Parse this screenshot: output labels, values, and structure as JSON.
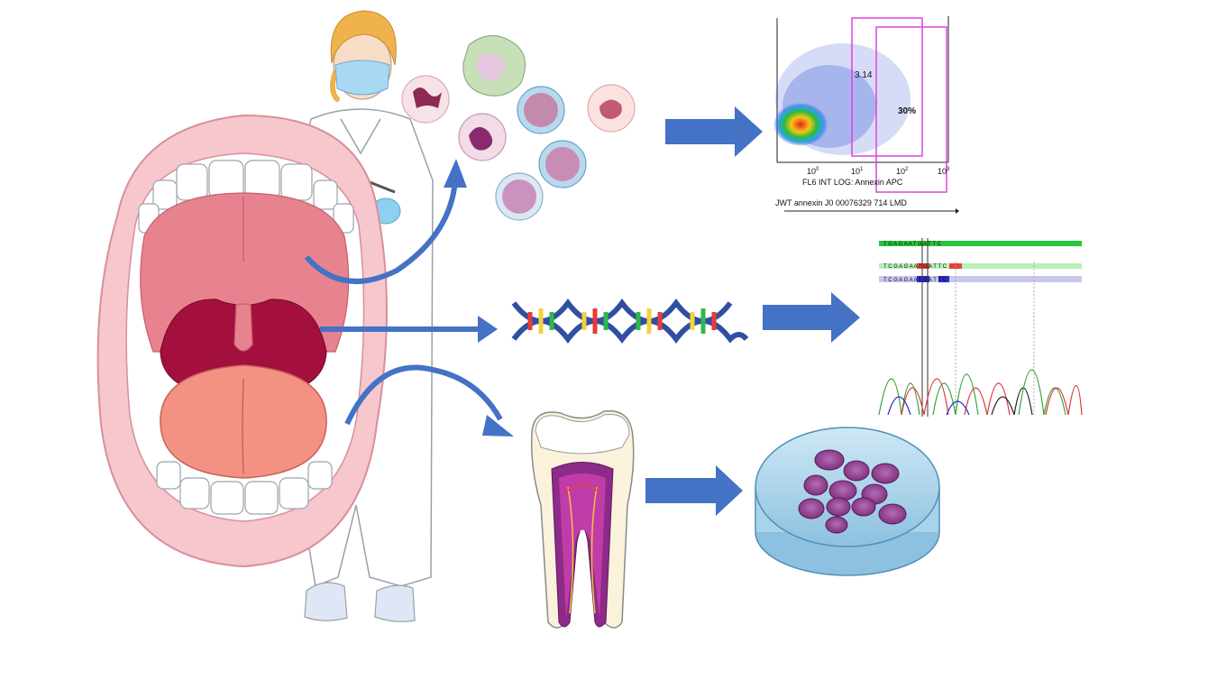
{
  "figure": {
    "description_free": true,
    "colors": {
      "arrow": "#4472c4",
      "gate": "#e040e0",
      "lip": "#f2b3bd",
      "palate": "#e7838f",
      "tongue": "#f39182",
      "throat": "#a3103e",
      "cell": "#8e3a8e",
      "dish": "#a9d3ea"
    }
  },
  "flow": {
    "gate_small_value": "3.14",
    "gate_large_value": "30%",
    "x_axis_label": "FL6 INT LOG: Annexin APC",
    "x_ticks": [
      "10",
      "10",
      "10",
      "10"
    ],
    "x_tick_exps": [
      "0",
      "1",
      "2",
      "3"
    ],
    "file_label": "JWT annexin J0 00076329 714 LMD"
  },
  "sequence": {
    "row1": "T G A G A A T G A T T C",
    "row2": "T C G A G A A T G A T T C",
    "row3": "T C G A G A A T G A T T C"
  },
  "icons": [
    "open-mouth-icon",
    "clinician-icon",
    "immune-cells-icon",
    "dna-helix-icon",
    "tooth-section-icon",
    "petri-dish-icon"
  ]
}
